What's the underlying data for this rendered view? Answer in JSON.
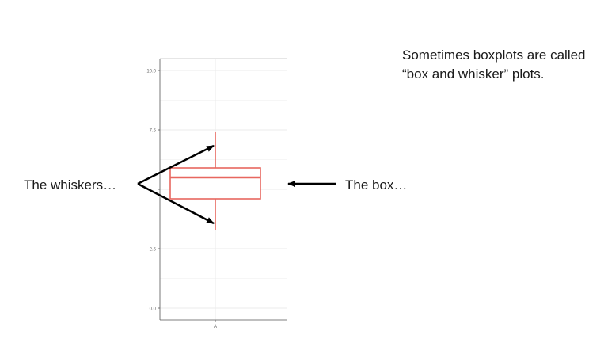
{
  "note": "Sometimes boxplots are called “box and whisker” plots.",
  "annotations": {
    "whiskers_label": "The whiskers…",
    "box_label": "The box…"
  },
  "colors": {
    "box_stroke": "#e8675f",
    "grid": "#ebebeb",
    "axis": "#555555",
    "arrow": "#000000"
  },
  "chart_data": {
    "type": "boxplot",
    "categories": [
      "A"
    ],
    "boxes": [
      {
        "category": "A",
        "min": 3.3,
        "q1": 4.6,
        "median": 5.5,
        "q3": 5.9,
        "max": 7.4
      }
    ],
    "yticks": [
      0.0,
      2.5,
      5.0,
      7.5,
      10.0
    ],
    "ytick_labels": [
      "0.0",
      "2.5",
      "",
      "7.5",
      "10.0"
    ],
    "ylim": [
      -0.5,
      10.5
    ],
    "grid": true,
    "title": "",
    "xlabel": "",
    "ylabel": ""
  }
}
